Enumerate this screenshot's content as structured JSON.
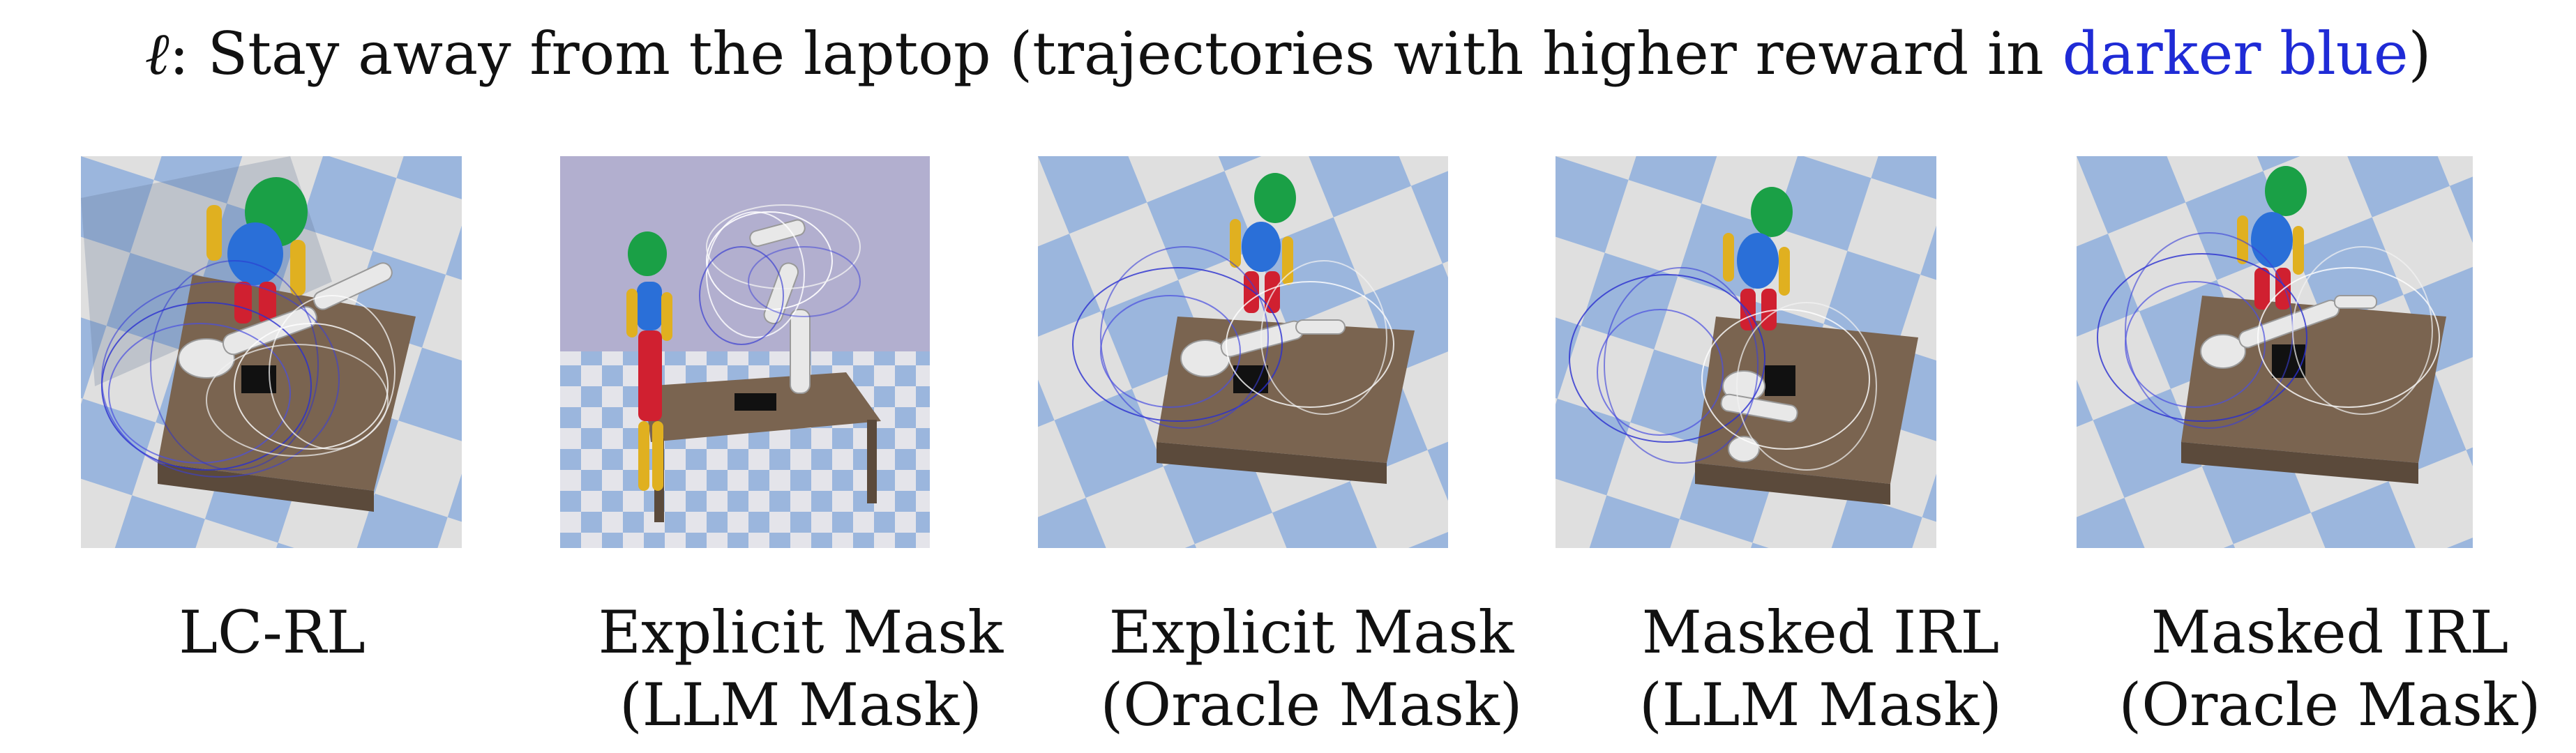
{
  "title": {
    "symbol": "ℓ",
    "prefix": ": Stay away from the laptop (trajectories with higher reward in ",
    "highlight": "darker blue",
    "suffix": ")"
  },
  "colors": {
    "highlight_text": "#1f2bd6",
    "trajectory_high_reward": "#2a2fd0",
    "trajectory_low_reward": "#ffffff",
    "checker_light": "#dfdfdf",
    "checker_blue": "#9bb6dd",
    "table_top": "#7a6450",
    "sky": "#b2afcf"
  },
  "panels": [
    {
      "id": "lc-rl",
      "caption_line1": "LC-RL",
      "caption_line2": ""
    },
    {
      "id": "explicit-llm",
      "caption_line1": "Explicit Mask",
      "caption_line2": "(LLM Mask)"
    },
    {
      "id": "explicit-oracle",
      "caption_line1": "Explicit Mask",
      "caption_line2": "(Oracle Mask)"
    },
    {
      "id": "masked-llm",
      "caption_line1": "Masked IRL",
      "caption_line2": "(LLM Mask)"
    },
    {
      "id": "masked-oracle",
      "caption_line1": "Masked IRL",
      "caption_line2": "(Oracle Mask)"
    }
  ]
}
